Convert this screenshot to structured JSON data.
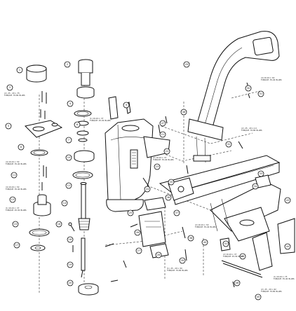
{
  "diagram": {
    "title": "",
    "callouts": [
      "1",
      "2",
      "3",
      "4",
      "5",
      "6",
      "7",
      "8",
      "9",
      "10",
      "11",
      "12",
      "13",
      "14",
      "15",
      "16",
      "17",
      "18",
      "19",
      "20",
      "21",
      "22",
      "23",
      "24",
      "25",
      "26",
      "27",
      "28",
      "29",
      "30",
      "31",
      "32",
      "33",
      "34",
      "35",
      "36",
      "37",
      "38",
      "39",
      "40",
      "41",
      "42",
      "43",
      "44",
      "45",
      "46",
      "47",
      "48"
    ],
    "spec_notes": [
      "(2) .25 - 20 x .75 TORQUE: 70-80 IN-LBS",
      "(4) 10-24 x .50 TORQUE: 35-40 IN-LBS",
      "(4) 10-24 x .50 TORQUE: 35-40 IN-LBS",
      "(1) 10-24 x .37 TORQUE: 25-30 IN-LBS",
      "(2) 10-24 x .37 TORQUE: 35-40 IN-LBS",
      "(2) .25 - 20 x 1.0 TORQUE: 70-80 IN-LBS",
      "(4) 10-24 x .62 TORQUE: 35-40 IN-LBS",
      "(2) 10-24 x .50 TORQUE: 35-40 IN-LBS",
      "(1) .25 - 20 x .50 TORQUE: 70-80 IN-LBS",
      "(2) 10-24 x .37 TORQUE: 25-30 IN-LBS",
      "(1) 10-24 x .75 TORQUE: 35-40 IN-LBS",
      "(2) .25 - 20 x .62 TORQUE: 70-80 IN-LBS",
      "(1) 10-24 x .37 TORQUE: 25-30 IN-LBS"
    ]
  }
}
